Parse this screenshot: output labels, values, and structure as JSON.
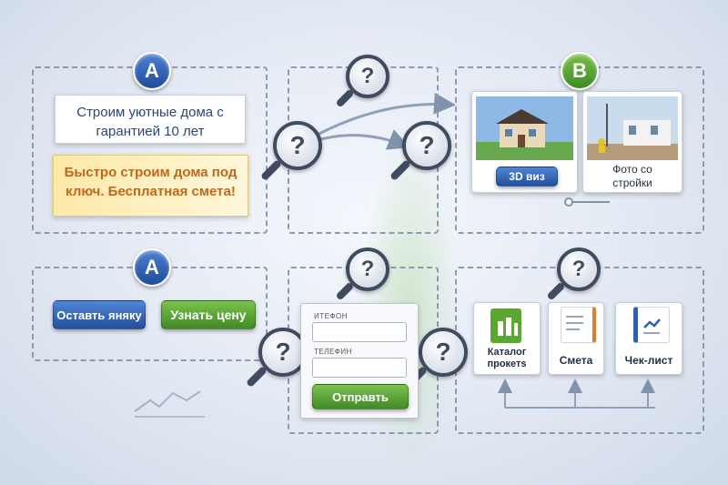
{
  "badges": {
    "a_top": "A",
    "b_top": "B",
    "a_bottom": "A"
  },
  "question_mark": "?",
  "headline_card": "Строим уютные дома с гарантией 10 лет",
  "offer_card": "Быстро строим дома под ключ. Бесплатная смета!",
  "photo_cards": [
    {
      "label": "3D виз"
    },
    {
      "label": "Фото со стройки"
    }
  ],
  "buttons": {
    "leave_request": "Оставть яняку",
    "find_price": "Узнать цену"
  },
  "form": {
    "field1_label": "ИТЕФОН",
    "field2_label": "ТЕЛЕФИН",
    "submit": "Отправть"
  },
  "documents": [
    {
      "label": "Каталог прокетs",
      "icon": "catalog-icon",
      "color": "#5aa832"
    },
    {
      "label": "Смета",
      "icon": "estimate-icon",
      "color": "#e07b2a"
    },
    {
      "label": "Чек-лист",
      "icon": "checklist-icon",
      "color": "#2f5fb3"
    }
  ]
}
